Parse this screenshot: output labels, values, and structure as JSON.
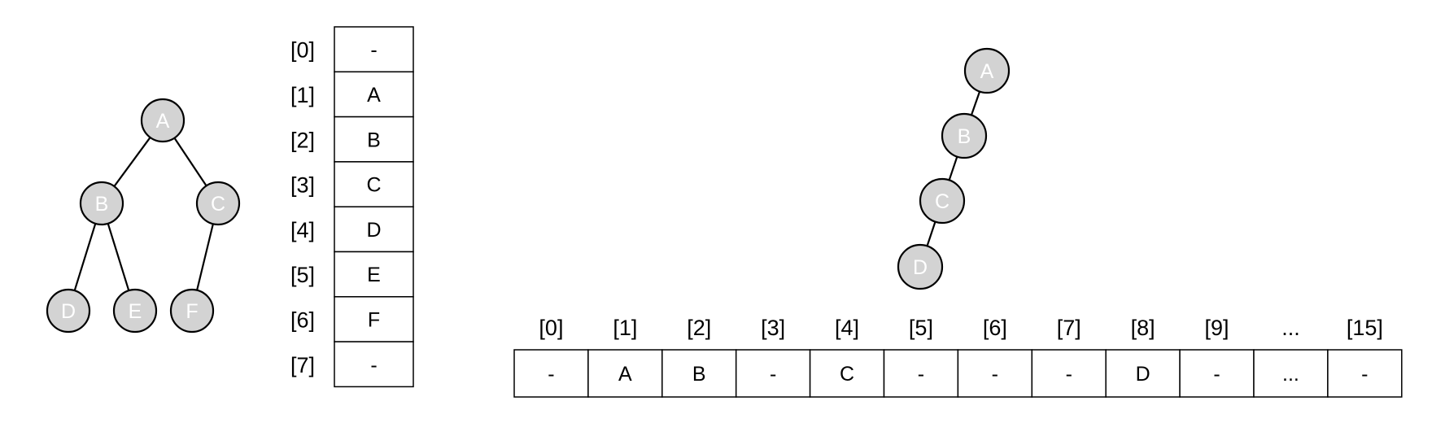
{
  "colors": {
    "node_fill": "#d3d3d3",
    "node_stroke": "#000000",
    "node_text": "#ffffff",
    "line": "#000000",
    "cell_text": "#000000"
  },
  "complete_tree": {
    "nodes": [
      {
        "id": "A",
        "label": "A"
      },
      {
        "id": "B",
        "label": "B"
      },
      {
        "id": "C",
        "label": "C"
      },
      {
        "id": "D",
        "label": "D"
      },
      {
        "id": "E",
        "label": "E"
      },
      {
        "id": "F",
        "label": "F"
      }
    ],
    "edges": [
      [
        "A",
        "B"
      ],
      [
        "A",
        "C"
      ],
      [
        "B",
        "D"
      ],
      [
        "B",
        "E"
      ],
      [
        "C",
        "F"
      ]
    ]
  },
  "vertical_array": {
    "indices": [
      "[0]",
      "[1]",
      "[2]",
      "[3]",
      "[4]",
      "[5]",
      "[6]",
      "[7]"
    ],
    "values": [
      "-",
      "A",
      "B",
      "C",
      "D",
      "E",
      "F",
      "-"
    ]
  },
  "skewed_tree": {
    "nodes": [
      {
        "id": "A",
        "label": "A"
      },
      {
        "id": "B",
        "label": "B"
      },
      {
        "id": "C",
        "label": "C"
      },
      {
        "id": "D",
        "label": "D"
      }
    ],
    "edges": [
      [
        "A",
        "B"
      ],
      [
        "B",
        "C"
      ],
      [
        "C",
        "D"
      ]
    ]
  },
  "horizontal_array": {
    "indices": [
      "[0]",
      "[1]",
      "[2]",
      "[3]",
      "[4]",
      "[5]",
      "[6]",
      "[7]",
      "[8]",
      "[9]",
      "...",
      "[15]"
    ],
    "values": [
      "-",
      "A",
      "B",
      "-",
      "C",
      "-",
      "-",
      "-",
      "D",
      "-",
      "...",
      "-"
    ]
  }
}
